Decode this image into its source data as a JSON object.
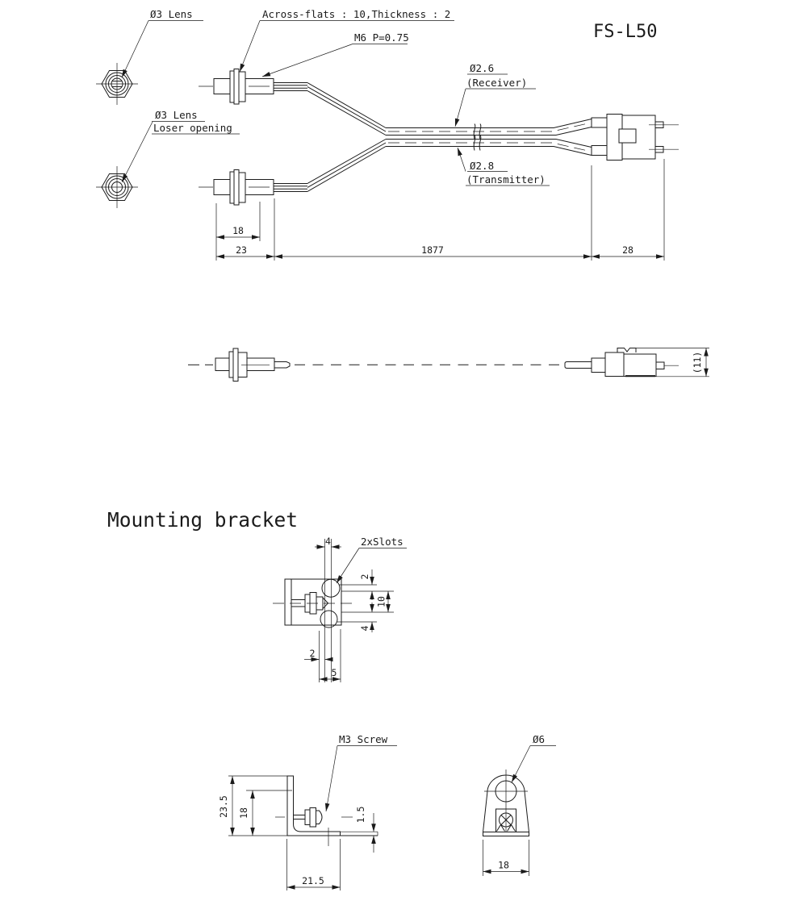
{
  "drawing": {
    "title": "FS-L50",
    "bracket_section_title": "Mounting bracket",
    "line_color": "#1b1b1b",
    "background_color": "#ffffff"
  },
  "labels": {
    "lens_top": "Ø3 Lens",
    "across_flats": "Across-flats : 10,Thickness : 2",
    "thread_spec": "M6 P=0.75",
    "lens_bottom_l1": "Ø3 Lens",
    "lens_bottom_l2": "Loser opening",
    "receiver_dia": "Ø2.6",
    "receiver_name": "(Receiver)",
    "transmitter_dia": "Ø2.8",
    "transmitter_name": "(Transmitter)",
    "slots_label": "2xSlots",
    "m3_screw": "M3 Screw",
    "bracket_hole_dia": "Ø6"
  },
  "dims": {
    "head_flange_len": "18",
    "head_total_len": "23",
    "cable_len": "1877",
    "connector_len": "28",
    "connector_height": "(11)",
    "slot_width": "4",
    "slot_offset_top": "2",
    "slot_pitch": "10",
    "slot_offset_bottom": "4",
    "slot_edge": "2",
    "slot_center": "5",
    "bracket_height": "23.5",
    "bracket_hole_height": "18",
    "plate_thickness": "1.5",
    "bracket_depth": "21.5",
    "bracket_width": "18"
  }
}
